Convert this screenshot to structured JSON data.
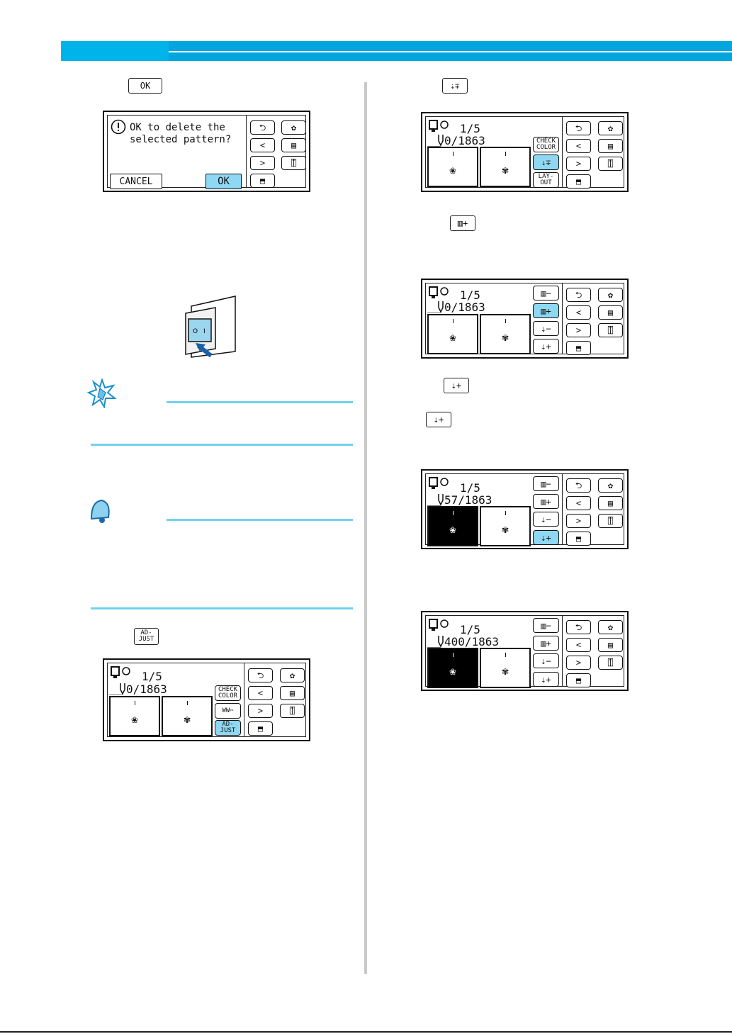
{
  "header": {
    "bar_color": "#00a6dd"
  },
  "left": {
    "ok_key_label": "OK",
    "dialog": {
      "message": "OK to delete the\nselected pattern?",
      "cancel_label": "CANCEL",
      "ok_label": "OK"
    },
    "switch": {
      "off_label": "O",
      "on_label": "I"
    },
    "adjust_key_label": "AD-\nJUST",
    "screen": {
      "page": "1/5",
      "stitch": "0/1863",
      "check_color": "CHECK\nCOLOR",
      "adjust": "AD-\nJUST"
    }
  },
  "right": {
    "screen1": {
      "page": "1/5",
      "stitch": "0/1863",
      "check_color": "CHECK\nCOLOR",
      "layout": "LAY-\nOUT"
    },
    "screen2": {
      "page": "1/5",
      "stitch": "0/1863"
    },
    "screen3": {
      "page": "1/5",
      "stitch": "57/1863"
    },
    "screen4": {
      "page": "1/5",
      "stitch": "400/1863"
    }
  },
  "nav_icons": [
    "back-icon",
    "embroidery-icon",
    "prev-icon",
    "memory-icon",
    "next-icon",
    "pocket-icon",
    "trial-icon"
  ],
  "colors": {
    "highlight": "#8fd8f3",
    "rule": "#6fd2ef",
    "accent": "#00a6dd"
  }
}
